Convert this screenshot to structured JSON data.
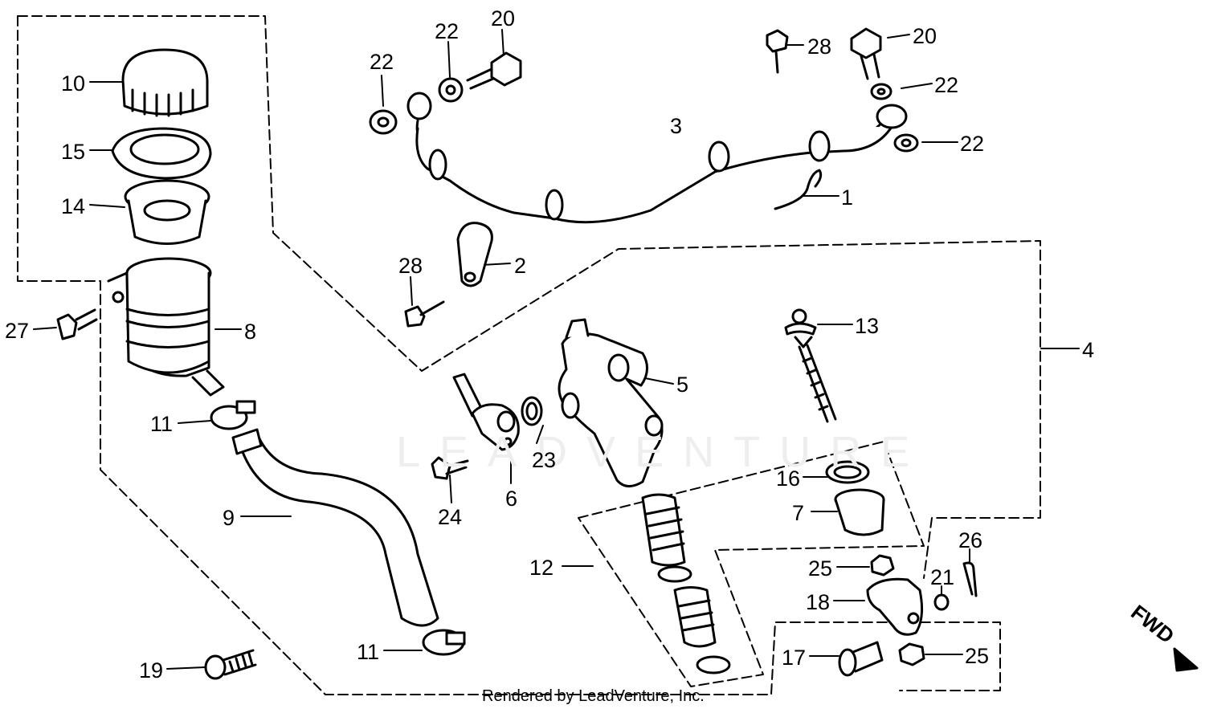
{
  "watermark": "LEADVENTURE",
  "credit": "Rendered by LeadVenture, Inc.",
  "direction_label": "FWD",
  "callouts": {
    "c1": "1",
    "c2": "2",
    "c3": "3",
    "c4": "4",
    "c5": "5",
    "c6": "6",
    "c7": "7",
    "c8": "8",
    "c9": "9",
    "c10": "10",
    "c11a": "11",
    "c11b": "11",
    "c12": "12",
    "c13": "13",
    "c14": "14",
    "c15": "15",
    "c16": "16",
    "c17": "17",
    "c18": "18",
    "c19": "19",
    "c20a": "20",
    "c20b": "20",
    "c21": "21",
    "c22a": "22",
    "c22b": "22",
    "c22c": "22",
    "c22d": "22",
    "c23": "23",
    "c24": "24",
    "c25a": "25",
    "c25b": "25",
    "c26": "26",
    "c27": "27",
    "c28a": "28",
    "c28b": "28"
  }
}
